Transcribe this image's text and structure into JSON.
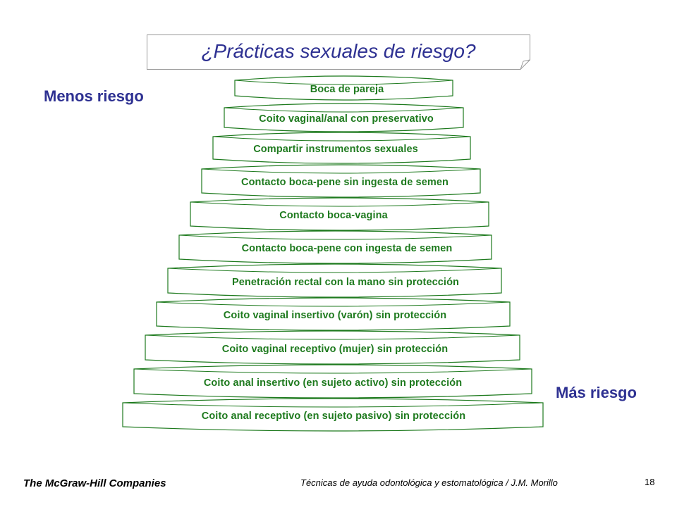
{
  "title": "¿Prácticas sexuales de riesgo?",
  "less_risk_label": "Menos riesgo",
  "more_risk_label": "Más riesgo",
  "tiers": [
    "Boca de pareja",
    "Coito vaginal/anal con preservativo",
    "Compartir instrumentos sexuales",
    "Contacto boca-pene sin ingesta de semen",
    "Contacto boca-vagina",
    "Contacto boca-pene con ingesta de semen",
    "Penetración rectal con la mano sin protección",
    "Coito vaginal  insertivo (varón) sin protección",
    "Coito vaginal receptivo (mujer) sin protección",
    "Coito anal insertivo (en sujeto activo) sin protección",
    "Coito anal receptivo (en sujeto pasivo) sin protección"
  ],
  "footer": {
    "company": "The McGraw-Hill Companies",
    "book": "Técnicas de ayuda odontológica y estomatológica / J.M. Morillo",
    "page": "18"
  },
  "colors": {
    "title": "#2e3192",
    "tier_text": "#1e7a1e",
    "tier_border": "#1e7a1e"
  }
}
